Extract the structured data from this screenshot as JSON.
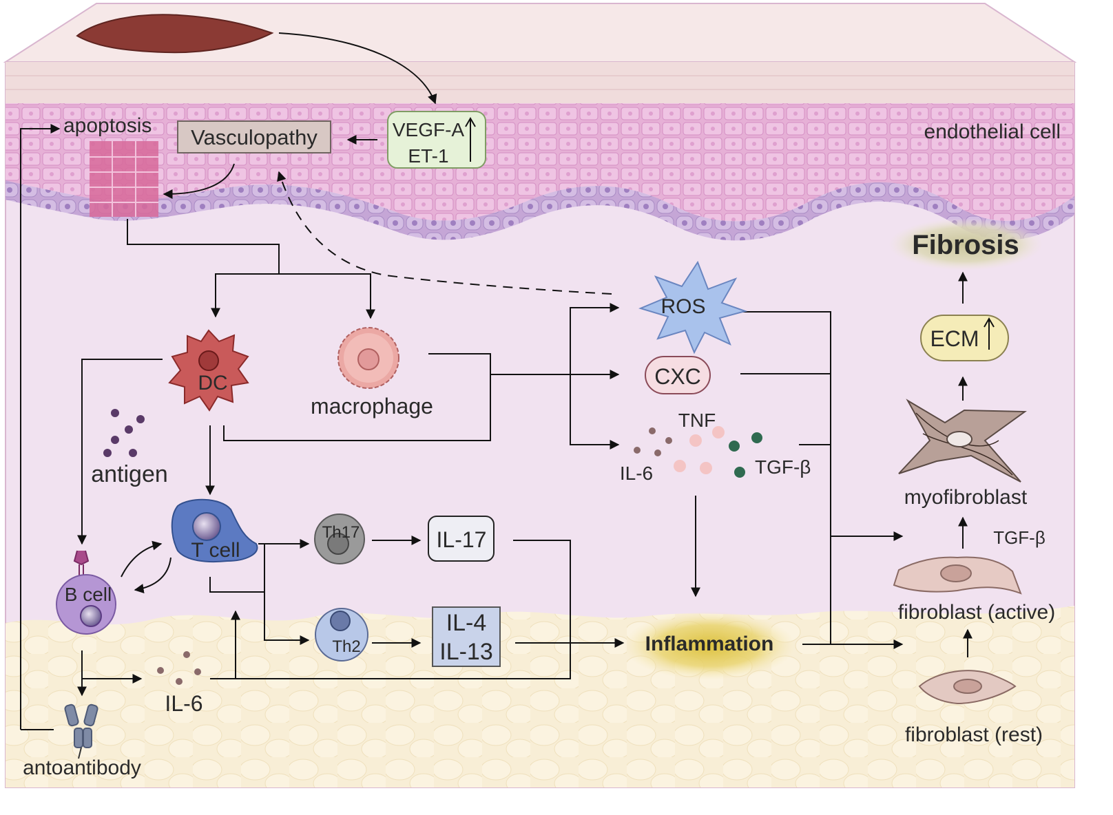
{
  "labels": {
    "apoptosis": "apoptosis",
    "vasculopathy": "Vasculopathy",
    "vegf": "VEGF-A",
    "et1": "ET-1",
    "endothelial": "endothelial cell",
    "fibrosis": "Fibrosis",
    "ros": "ROS",
    "cxc": "CXC",
    "tnf": "TNF",
    "il6_mid": "IL-6",
    "tgfb_mid": "TGF-β",
    "ecm": "ECM",
    "dc": "DC",
    "macrophage": "macrophage",
    "antigen": "antigen",
    "tcell": "T cell",
    "bcell": "B cell",
    "th17": "Th17",
    "th2": "Th2",
    "il17": "IL-17",
    "il4": "IL-4",
    "il13": "IL-13",
    "inflammation": "Inflammation",
    "il6_low": "IL-6",
    "autoantibody": "antoantibody",
    "myofibroblast": "myofibroblast",
    "tgfb_right": "TGF-β",
    "fib_active": "fibroblast (active)",
    "fib_rest": "fibroblast (rest)"
  },
  "icons": {
    "up_arrow": "up-arrow-icon"
  },
  "colors": {
    "skin_top": "#f2dfe0",
    "epidermis": "#e8b4d8",
    "dermis": "#f0e0ef",
    "fat": "#f8edd3",
    "vasc_box": "#d8c8c4",
    "vegf_box": "#e6f2d8",
    "ros_star": "#a9c2ec",
    "cxc_pill": "#f6dde2",
    "il_box": "#c9d3ea",
    "ecm_pill": "#f5ecb8",
    "inflammation_glow": "#e8cf58",
    "fibrosis_glow": "#d8d3a8"
  }
}
